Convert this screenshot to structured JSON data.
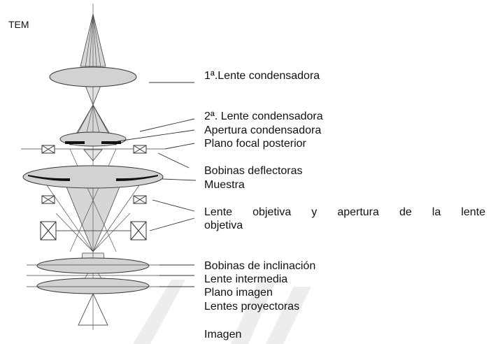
{
  "title": "TEM",
  "labels": {
    "condenser_1": "1ª.Lente condensadora",
    "condenser_2": "2ª. Lente condensadora",
    "condenser_aperture": "Apertura condensadora",
    "back_focal_plane": "Plano focal posterior",
    "deflector_coils": "Bobinas deflectoras",
    "specimen": "Muestra",
    "objective_line1": "Lente objetiva y apertura de la lente",
    "objective_line2": "objetiva",
    "tilt_coils": "Bobinas de inclinación",
    "intermediate_lens": "Lente intermedia",
    "image_plane": "Plano imagen",
    "projector_lenses": "Lentes proyectoras",
    "image": "Imagen"
  },
  "colors": {
    "line": "#333333",
    "lens_fill": "#d4d4d4",
    "cone_fill": "#cfcfcf",
    "dark": "#111111",
    "watermark": "#ececec"
  }
}
